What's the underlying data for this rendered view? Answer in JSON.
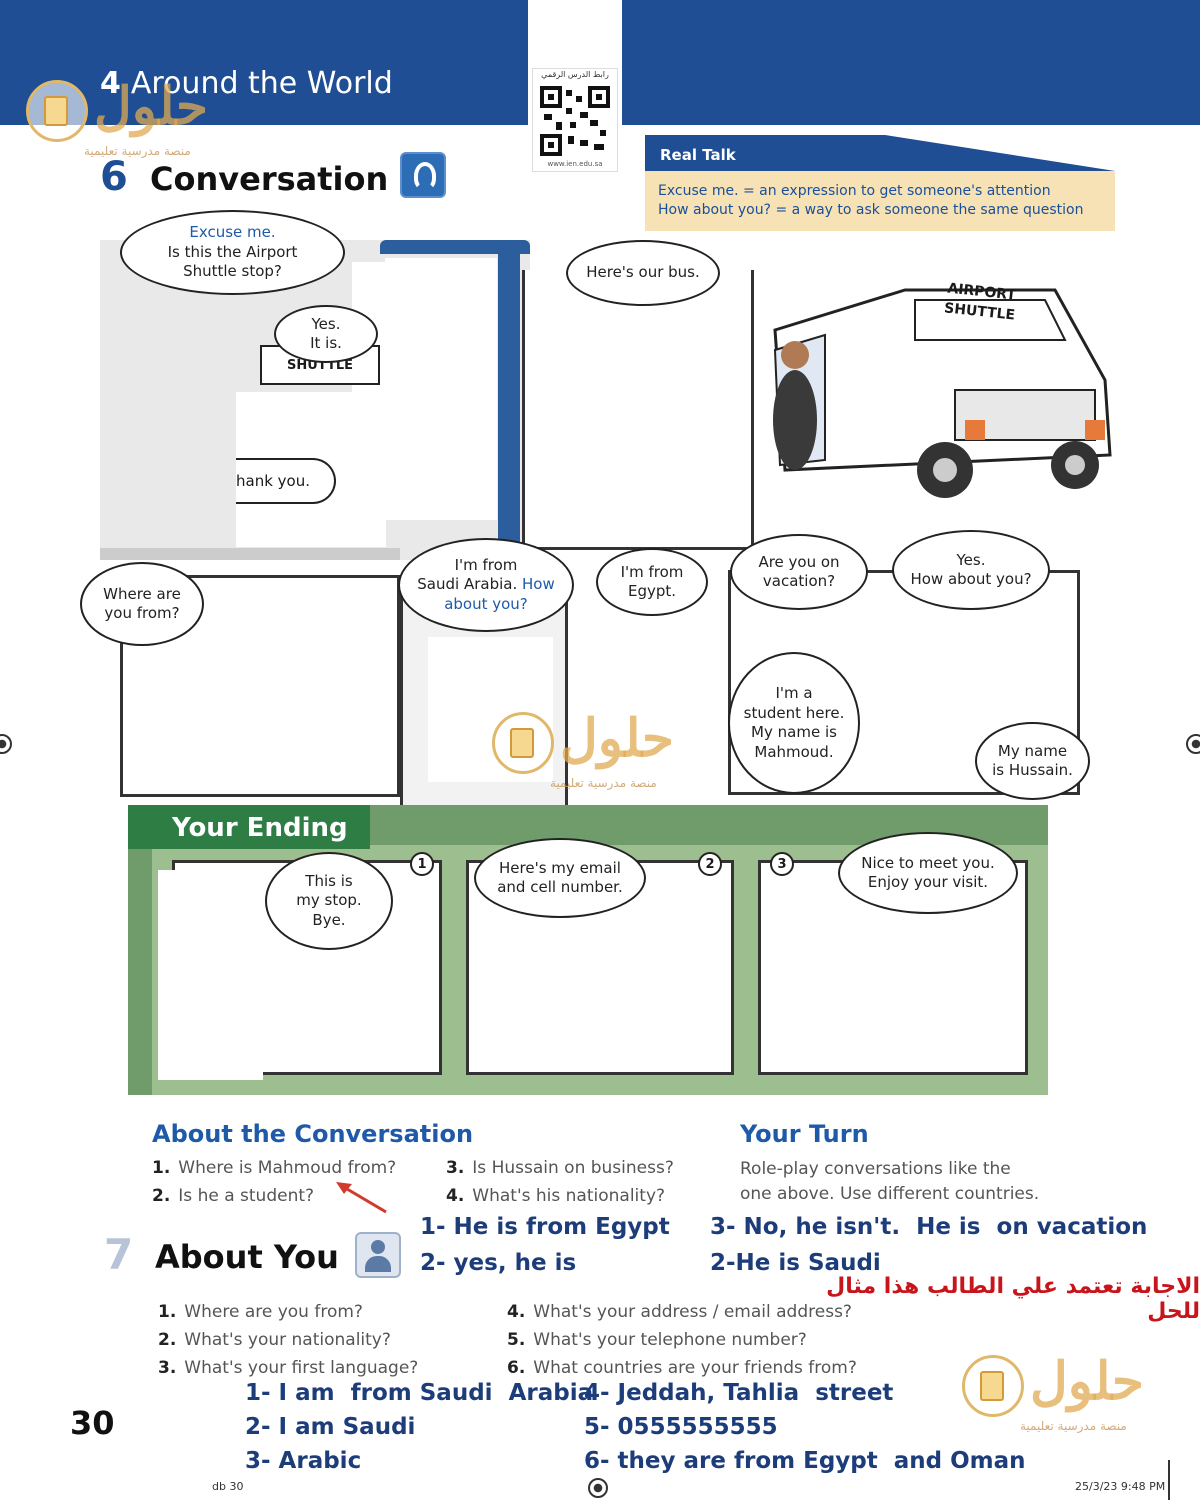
{
  "header": {
    "unit_number": "4",
    "unit_title": "Around the World"
  },
  "watermark": {
    "brand": "حلول",
    "tagline": "منصة مدرسية تعليمية"
  },
  "qr": {
    "caption": "رابط الدرس الرقمي",
    "url": "www.ien.edu.sa"
  },
  "section6": {
    "number": "6",
    "title": "Conversation",
    "audio_icon": "ear-icon"
  },
  "real_talk": {
    "title": "Real Talk",
    "lines": [
      "Excuse me. = an expression to get someone's attention",
      "How about you? = a way to ask someone the same question"
    ]
  },
  "comic": {
    "bubble1": [
      "Excuse me.",
      "Is this the Airport",
      "Shuttle stop?"
    ],
    "bubble2": [
      "Yes.",
      "It is."
    ],
    "shuttle_sign": "SHUTTLE",
    "bubble3": "hank you.",
    "bubble4": "Here's our bus.",
    "bus_sign": [
      "AIRPORT",
      "SHUTTLE"
    ],
    "bubble5": [
      "Where are",
      "you from?"
    ],
    "bubble6_a": [
      "I'm from",
      "Saudi Arabia."
    ],
    "bubble6_b": [
      "How",
      "about you?"
    ],
    "bubble7": [
      "I'm from",
      "Egypt."
    ],
    "bubble8": [
      "Are you on",
      "vacation?"
    ],
    "bubble9": [
      "Yes.",
      "How about you?"
    ],
    "bubble10": [
      "I'm a",
      "student here.",
      "My name is",
      "Mahmoud."
    ],
    "bubble11": [
      "My name",
      "is Hussain."
    ]
  },
  "your_ending": {
    "title": "Your Ending",
    "panels": [
      {
        "number": "1",
        "bubble": [
          "This is",
          "my stop.",
          "Bye."
        ]
      },
      {
        "number": "2",
        "bubble": [
          "Here's my email",
          "and cell number."
        ]
      },
      {
        "number": "3",
        "bubble": [
          "Nice to meet you.",
          "Enjoy your visit."
        ]
      }
    ]
  },
  "about_conversation": {
    "title": "About the Conversation",
    "questions": [
      {
        "n": "1.",
        "text": "Where is Mahmoud from?"
      },
      {
        "n": "2.",
        "text": "Is he a student?"
      },
      {
        "n": "3.",
        "text": "Is Hussain on business?"
      },
      {
        "n": "4.",
        "text": "What's his nationality?"
      }
    ],
    "answers_left": [
      "1- He is from Egypt",
      "2- yes, he is"
    ],
    "answers_right": [
      "3- No, he isn't.  He is  on vacation",
      "2-He is Saudi"
    ]
  },
  "your_turn": {
    "title": "Your Turn",
    "lines": [
      "Role-play conversations like the",
      "one above. Use different countries."
    ]
  },
  "arabic_note": "الاجابة تعتمد علي الطالب  هذا مثال للحل",
  "section7": {
    "number": "7",
    "title": "About You",
    "questions": [
      {
        "n": "1.",
        "text": "Where are you from?"
      },
      {
        "n": "2.",
        "text": "What's your nationality?"
      },
      {
        "n": "3.",
        "text": "What's your first language?"
      },
      {
        "n": "4.",
        "text": "What's your address / email address?"
      },
      {
        "n": "5.",
        "text": "What's your telephone number?"
      },
      {
        "n": "6.",
        "text": "What countries are your friends from?"
      }
    ],
    "answers_left": [
      "1- I am  from Saudi  Arabia",
      "2- I am Saudi",
      "3- Arabic"
    ],
    "answers_right": [
      "4- Jeddah, Tahlia  street",
      "5- 0555555555",
      "6- they are from Egypt  and Oman"
    ]
  },
  "page_number": "30",
  "footer": {
    "left": "db  30",
    "right": "25/3/23   9:48 PM"
  },
  "colors": {
    "header_blue": "#1f4e94",
    "ending_green": "#2e7d45",
    "heading_blue": "#1f5aa8",
    "note_red": "#c8141b",
    "real_talk_bg": "#f6e2b4"
  }
}
